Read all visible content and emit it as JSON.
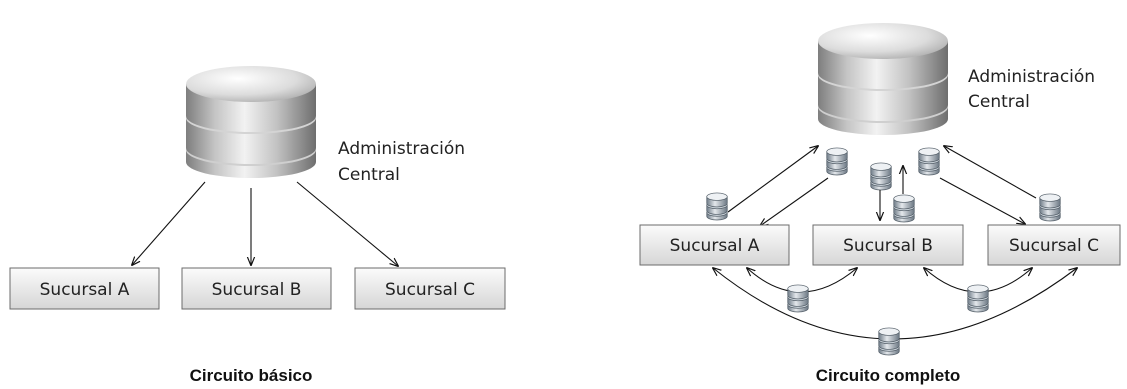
{
  "basic": {
    "admin_label_line1": "Administración",
    "admin_label_line2": "Central",
    "branch_a": "Sucursal A",
    "branch_b": "Sucursal B",
    "branch_c": "Sucursal C",
    "caption": "Circuito básico"
  },
  "complete": {
    "admin_label_line1": "Administración",
    "admin_label_line2": "Central",
    "branch_a": "Sucursal A",
    "branch_b": "Sucursal B",
    "branch_c": "Sucursal C",
    "caption": "Circuito completo"
  },
  "icons": {
    "central_database": "database-icon",
    "replica_database": "database-icon"
  },
  "colors": {
    "box_fill_top": "#fafafa",
    "box_fill_bottom": "#d9d9d9",
    "box_border": "#6b6b6b",
    "edge": "#111111",
    "db_light": "#f2f2f2",
    "db_dark": "#8a8a8a"
  }
}
